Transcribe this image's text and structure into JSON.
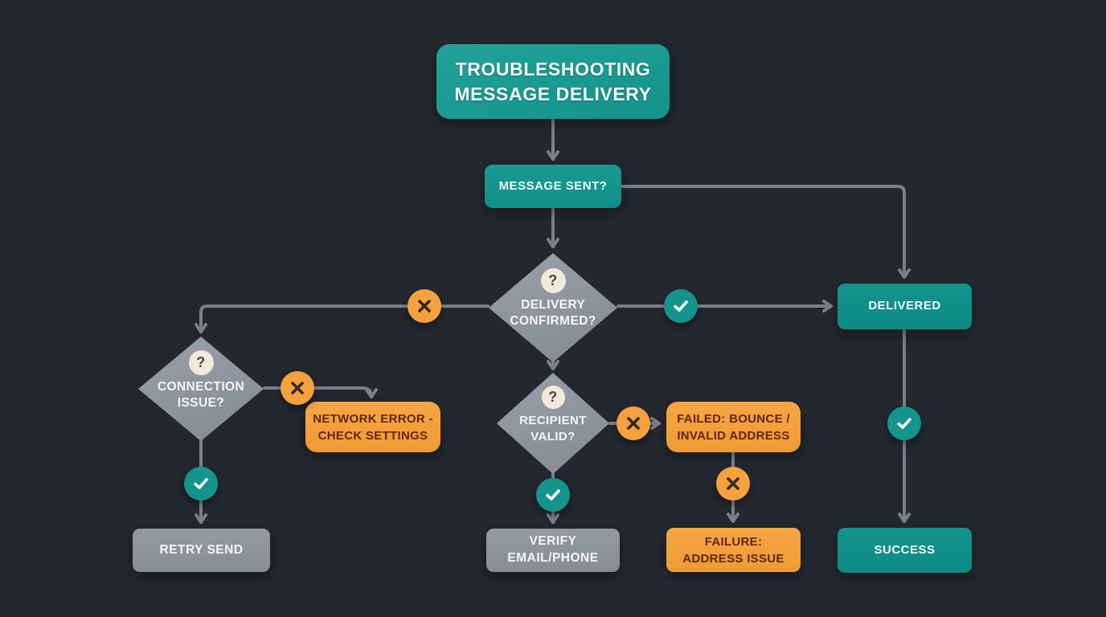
{
  "title": {
    "line1": "TROUBLESHOOTING",
    "line2": "MESSAGE DELIVERY"
  },
  "nodes": {
    "message_sent": {
      "label": "MESSAGE SENT?"
    },
    "delivery_confirmed": {
      "line1": "DELIVERY",
      "line2": "CONFIRMED?"
    },
    "connection_issue": {
      "line1": "CONNECTION",
      "line2": "ISSUE?"
    },
    "network_error": {
      "line1": "NETWORK ERROR -",
      "line2": "CHECK SETTINGS"
    },
    "retry_send": {
      "label": "RETRY SEND"
    },
    "recipient_valid": {
      "line1": "RECIPIENT",
      "line2": "VALID?"
    },
    "failed_bounce": {
      "line1": "FAILED: BOUNCE /",
      "line2": "INVALID ADDRESS"
    },
    "verify_contact": {
      "line1": "VERIFY",
      "line2": "EMAIL/PHONE"
    },
    "failure_address": {
      "line1": "FAILURE:",
      "line2": "ADDRESS ISSUE"
    },
    "delivered": {
      "label": "DELIVERED"
    },
    "success": {
      "label": "SUCCESS"
    }
  },
  "icons": {
    "question": "?"
  },
  "colors": {
    "background": "#23272e",
    "teal": "#17998f",
    "teal_dark": "#0f8e88",
    "teal_badge": "#13948d",
    "orange": "#f5a13d",
    "gray_node": "#8e949e",
    "connector": "#7a808a",
    "orange_text": "#5e2715",
    "light_text": "#f4f6f8"
  },
  "edges": [
    {
      "from": "title",
      "to": "message_sent",
      "condition": ""
    },
    {
      "from": "message_sent",
      "to": "delivery_confirmed",
      "condition": ""
    },
    {
      "from": "message_sent",
      "to": "delivered",
      "condition": ""
    },
    {
      "from": "delivery_confirmed",
      "to": "connection_issue",
      "condition": "no"
    },
    {
      "from": "delivery_confirmed",
      "to": "delivered",
      "condition": "yes"
    },
    {
      "from": "delivery_confirmed",
      "to": "recipient_valid",
      "condition": ""
    },
    {
      "from": "connection_issue",
      "to": "network_error",
      "condition": "no"
    },
    {
      "from": "connection_issue",
      "to": "retry_send",
      "condition": "yes"
    },
    {
      "from": "recipient_valid",
      "to": "failed_bounce",
      "condition": "no"
    },
    {
      "from": "recipient_valid",
      "to": "verify_contact",
      "condition": "yes"
    },
    {
      "from": "failed_bounce",
      "to": "failure_address",
      "condition": "no"
    },
    {
      "from": "delivered",
      "to": "success",
      "condition": "yes"
    }
  ]
}
